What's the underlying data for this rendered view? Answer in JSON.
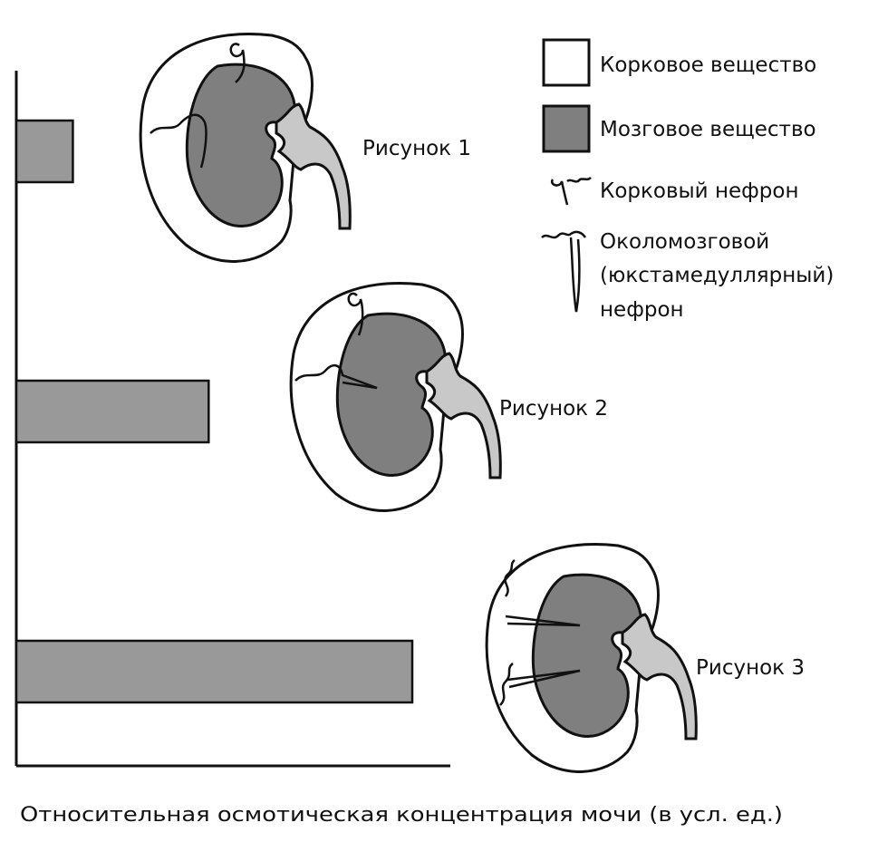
{
  "colors": {
    "cortex_fill": "#ffffff",
    "medulla_fill": "#7f7f7f",
    "bar_fill": "#999999",
    "ureter_fill": "#c8c8c8",
    "stroke": "#111111"
  },
  "legend": {
    "cortex_label": "Корковое вещество",
    "medulla_label": "Мозговое вещество",
    "cortical_nephron_label": "Корковый нефрон",
    "juxta_line1": "Околомозговой",
    "juxta_line2": "(юкстамедуллярный)",
    "juxta_line3": "нефрон"
  },
  "figures": [
    {
      "label": "Рисунок 1"
    },
    {
      "label": "Рисунок 2"
    },
    {
      "label": "Рисунок 3"
    }
  ],
  "chart_data": {
    "type": "bar",
    "orientation": "horizontal",
    "categories": [
      "Рисунок 1",
      "Рисунок 2",
      "Рисунок 3"
    ],
    "values": [
      1,
      3.4,
      7
    ],
    "xlim": [
      0,
      7.6
    ],
    "xlabel": "Относительная осмотическая концентрация мочи (в усл. ед.)",
    "grid": false,
    "ticks": false
  }
}
